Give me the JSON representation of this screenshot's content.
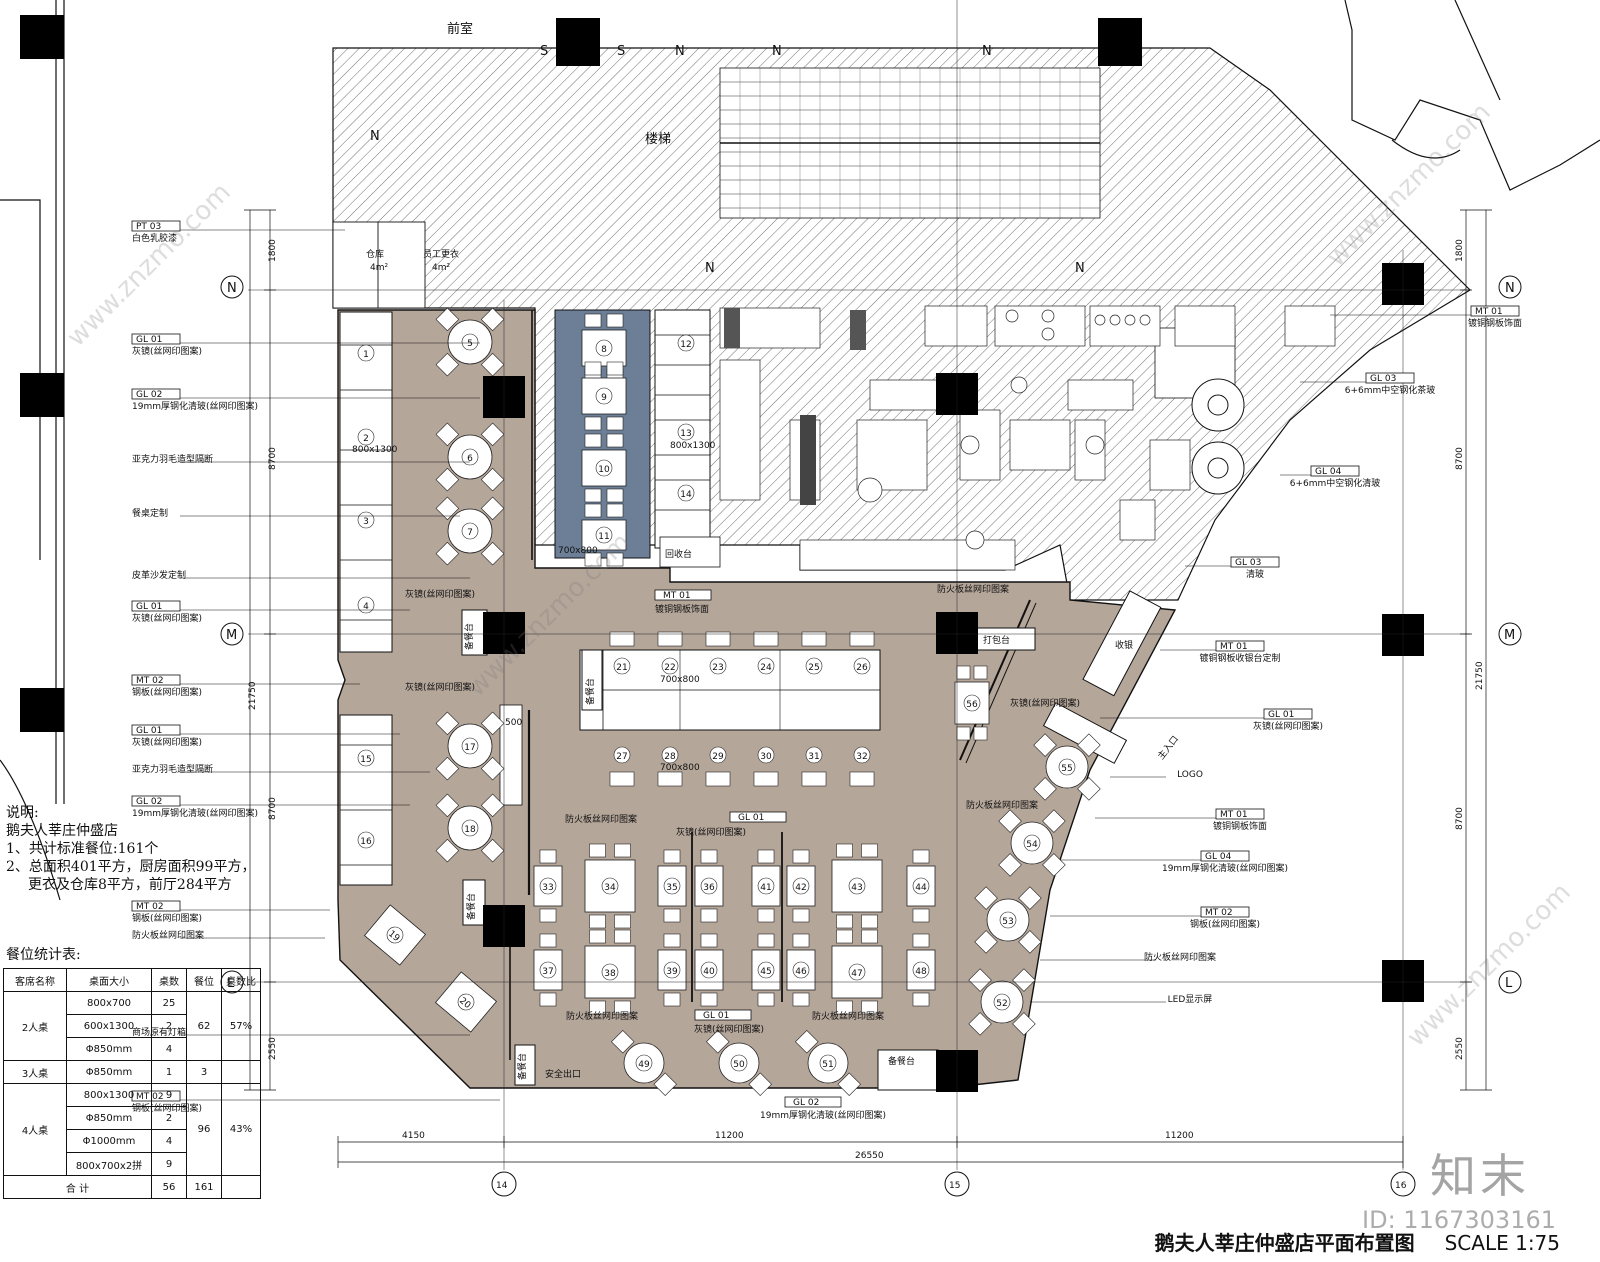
{
  "drawing": {
    "title": "鹅夫人莘庄仲盛店平面布置图",
    "scale": "SCALE 1:75",
    "watermark_brand": "知末",
    "watermark_id": "ID: 1167303161",
    "watermark_url": "www.znzmo.com"
  },
  "rooms": {
    "vestibule": "前室",
    "stairs": "楼梯",
    "storage": "仓库",
    "storage_area": "4m²",
    "staff_changing": "员工更衣",
    "staff_area": "4m²",
    "pack_station": "打包台",
    "cashier": "收银",
    "main_entrance": "主入口",
    "service_station": "备餐台",
    "recycle": "回收台",
    "emergency_exit": "安全出口",
    "n_mark": "N",
    "s_mark": "S"
  },
  "grid": {
    "rows": [
      "N",
      "M",
      "L"
    ],
    "cols": [
      "14",
      "15",
      "16"
    ]
  },
  "dimensions": {
    "bottom": [
      "4150",
      "11200",
      "11200"
    ],
    "bottom_total": "26550",
    "left": [
      "1800",
      "8700",
      "21750",
      "8700",
      "2550"
    ],
    "right": [
      "1800",
      "8700",
      "21750",
      "8700",
      "2550"
    ],
    "wall_marker": "500"
  },
  "tables": {
    "two_seat_sizes": [
      "800x1300",
      "800x1300",
      "700x800",
      "700x800",
      "700x800"
    ],
    "numbers": [
      "1",
      "2",
      "3",
      "4",
      "5",
      "6",
      "7",
      "8",
      "9",
      "10",
      "11",
      "12",
      "13",
      "14",
      "15",
      "16",
      "17",
      "18",
      "19",
      "20",
      "21",
      "22",
      "23",
      "24",
      "25",
      "26",
      "27",
      "28",
      "29",
      "30",
      "31",
      "32",
      "33",
      "34",
      "35",
      "36",
      "37",
      "38",
      "39",
      "40",
      "41",
      "42",
      "43",
      "44",
      "45",
      "46",
      "47",
      "48",
      "49",
      "50",
      "51",
      "52",
      "53",
      "54",
      "55",
      "56"
    ]
  },
  "labels_left": [
    {
      "code": "PT 03",
      "text": "白色乳胶漆"
    },
    {
      "code": "GL 01",
      "text": "灰镜(丝网印图案)"
    },
    {
      "code": "GL 02",
      "text": "19mm厚钢化清玻(丝网印图案)"
    },
    {
      "code": "",
      "text": "亚克力羽毛造型隔断"
    },
    {
      "code": "",
      "text": "餐桌定制"
    },
    {
      "code": "",
      "text": "皮革沙发定制"
    },
    {
      "code": "GL 01",
      "text": "灰镜(丝网印图案)"
    },
    {
      "code": "MT 02",
      "text": "钢板(丝网印图案)"
    },
    {
      "code": "GL 01",
      "text": "灰镜(丝网印图案)"
    },
    {
      "code": "",
      "text": "亚克力羽毛造型隔断"
    },
    {
      "code": "GL 02",
      "text": "19mm厚钢化清玻(丝网印图案)"
    },
    {
      "code": "MT 02",
      "text": "钢板(丝网印图案)"
    },
    {
      "code": "",
      "text": "防火板丝网印图案"
    },
    {
      "code": "",
      "text": "商场原有灯箱"
    },
    {
      "code": "MT 02",
      "text": "钢板(丝网印图案)"
    }
  ],
  "labels_right": [
    {
      "code": "MT 01",
      "text": "镀铜钢板饰面"
    },
    {
      "code": "GL 03",
      "text": "6+6mm中空钢化茶玻"
    },
    {
      "code": "GL 04",
      "text": "6+6mm中空钢化清玻"
    },
    {
      "code": "GL 03",
      "text": "清玻"
    },
    {
      "code": "MT 01",
      "text": "镀铜钢板收银台定制"
    },
    {
      "code": "GL 01",
      "text": "灰镜(丝网印图案)"
    },
    {
      "code": "",
      "text": "LOGO"
    },
    {
      "code": "MT 01",
      "text": "镀铜钢板饰面"
    },
    {
      "code": "GL 04",
      "text": "19mm厚钢化清玻(丝网印图案)"
    },
    {
      "code": "MT 02",
      "text": "钢板(丝网印图案)"
    },
    {
      "code": "",
      "text": "防火板丝网印图案"
    },
    {
      "code": "",
      "text": "LED显示屏"
    }
  ],
  "labels_inner": {
    "gl01_gray": "灰镜(丝网印图案)",
    "fireboard": "防火板丝网印图案",
    "gl01_code": "GL 01",
    "mt01_code": "MT 01",
    "mt01_text": "镀铜钢板饰面",
    "gl02_code": "GL 02",
    "gl02_text": "19mm厚钢化清玻(丝网印图案)"
  },
  "notes": {
    "heading": "说明:",
    "store": "鹅夫人莘庄仲盛店",
    "line1": "1、共计标准餐位:161个",
    "line2": "2、总面积401平方，厨房面积99平方，",
    "line3": "更衣及仓库8平方，前厅284平方"
  },
  "seat_stats": {
    "title": "餐位统计表:",
    "headers": [
      "客席名称",
      "桌面大小",
      "桌数",
      "餐位",
      "桌数比"
    ],
    "groups": [
      {
        "name": "2人桌",
        "seats": "62",
        "ratio": "57%",
        "rows": [
          {
            "size": "800x700",
            "count": "25"
          },
          {
            "size": "600x1300",
            "count": "2"
          },
          {
            "size": "Φ850mm",
            "count": "4"
          }
        ]
      },
      {
        "name": "3人桌",
        "seats": "3",
        "ratio": "",
        "rows": [
          {
            "size": "Φ850mm",
            "count": "1"
          }
        ]
      },
      {
        "name": "4人桌",
        "seats": "96",
        "ratio": "43%",
        "rows": [
          {
            "size": "800x1300",
            "count": "9"
          },
          {
            "size": "Φ850mm",
            "count": "2"
          },
          {
            "size": "Φ1000mm",
            "count": "4"
          },
          {
            "size": "800x700x2拼",
            "count": "9"
          }
        ]
      }
    ],
    "total": {
      "label": "合 计",
      "count": "56",
      "seats": "161"
    }
  }
}
